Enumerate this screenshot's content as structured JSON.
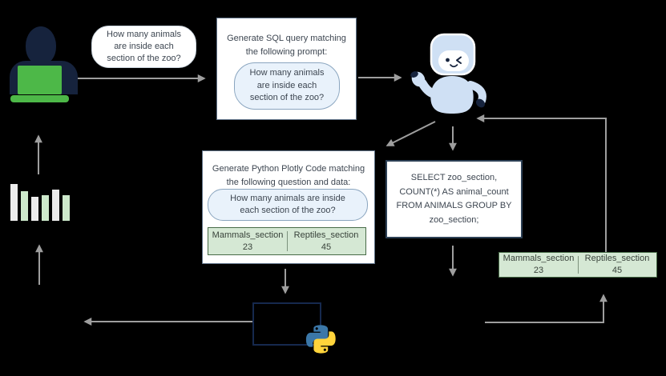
{
  "colors": {
    "background": "#000000",
    "arrow": "#9e9e9e",
    "box_border": "#5f7288",
    "sql_box_border": "#2d4156",
    "bubble_fill": "#e9f2fb",
    "bubble_border": "#8aa5bf",
    "table_fill": "#d5e8d4",
    "table_border": "#476b47",
    "person_navy": "#16233d",
    "person_green": "#4db848",
    "robot_blue": "#cfe0f4",
    "python_blue": "#3b77a8",
    "python_yellow": "#ffd43b",
    "bar_light": "#ececec",
    "bar_green": "#cde9cb"
  },
  "icons": {
    "user": "person-at-laptop-icon",
    "assistant": "robot-icon",
    "code": "python-logo-icon",
    "chart": "bar-chart-icon",
    "code_window": "empty-code-window"
  },
  "user_bubble": {
    "line1": "How many animals",
    "line2": "are inside each",
    "line3": "section of the zoo?"
  },
  "sql_prompt_box": {
    "title_line1": "Generate SQL query matching",
    "title_line2": "the following prompt:",
    "bubble_line1": "How many animals",
    "bubble_line2": "are inside each",
    "bubble_line3": "section of the zoo?"
  },
  "sql_query_box": {
    "line1": "SELECT zoo_section,",
    "line2": "COUNT(*) AS animal_count",
    "line3": "FROM ANIMALS GROUP BY",
    "line4": "zoo_section;"
  },
  "plotly_prompt_box": {
    "title_line1": "Generate Python Plotly Code matching",
    "title_line2": "the following question and data:",
    "bubble_line1": "How many animals are inside",
    "bubble_line2": "each section of the zoo?",
    "table": {
      "col1": "Mammals_section",
      "col2": "Reptiles_section",
      "val1": "23",
      "val2": "45"
    }
  },
  "result_table": {
    "col1": "Mammals_section",
    "col2": "Reptiles_section",
    "val1": "23",
    "val2": "45"
  }
}
